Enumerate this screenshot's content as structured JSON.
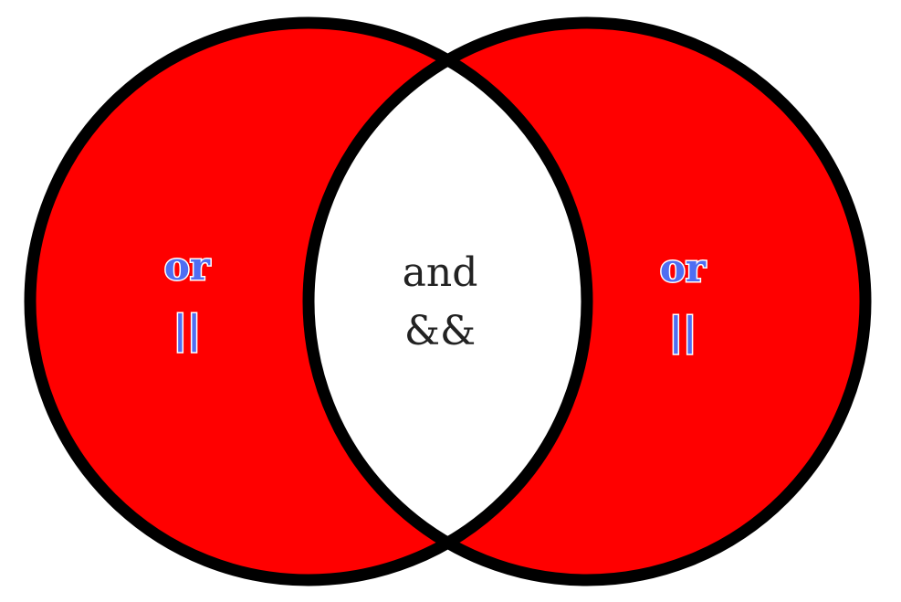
{
  "diagram": {
    "type": "venn",
    "fill_color": "#ff0000",
    "outline_color": "#000000",
    "intersection_color": "#ffffff",
    "label_color": "#4f6ef2",
    "regions": {
      "left_only": {
        "word": "or",
        "symbol": "||"
      },
      "intersection": {
        "word": "and",
        "symbol": "&&"
      },
      "right_only": {
        "word": "or",
        "symbol": "||"
      }
    }
  }
}
